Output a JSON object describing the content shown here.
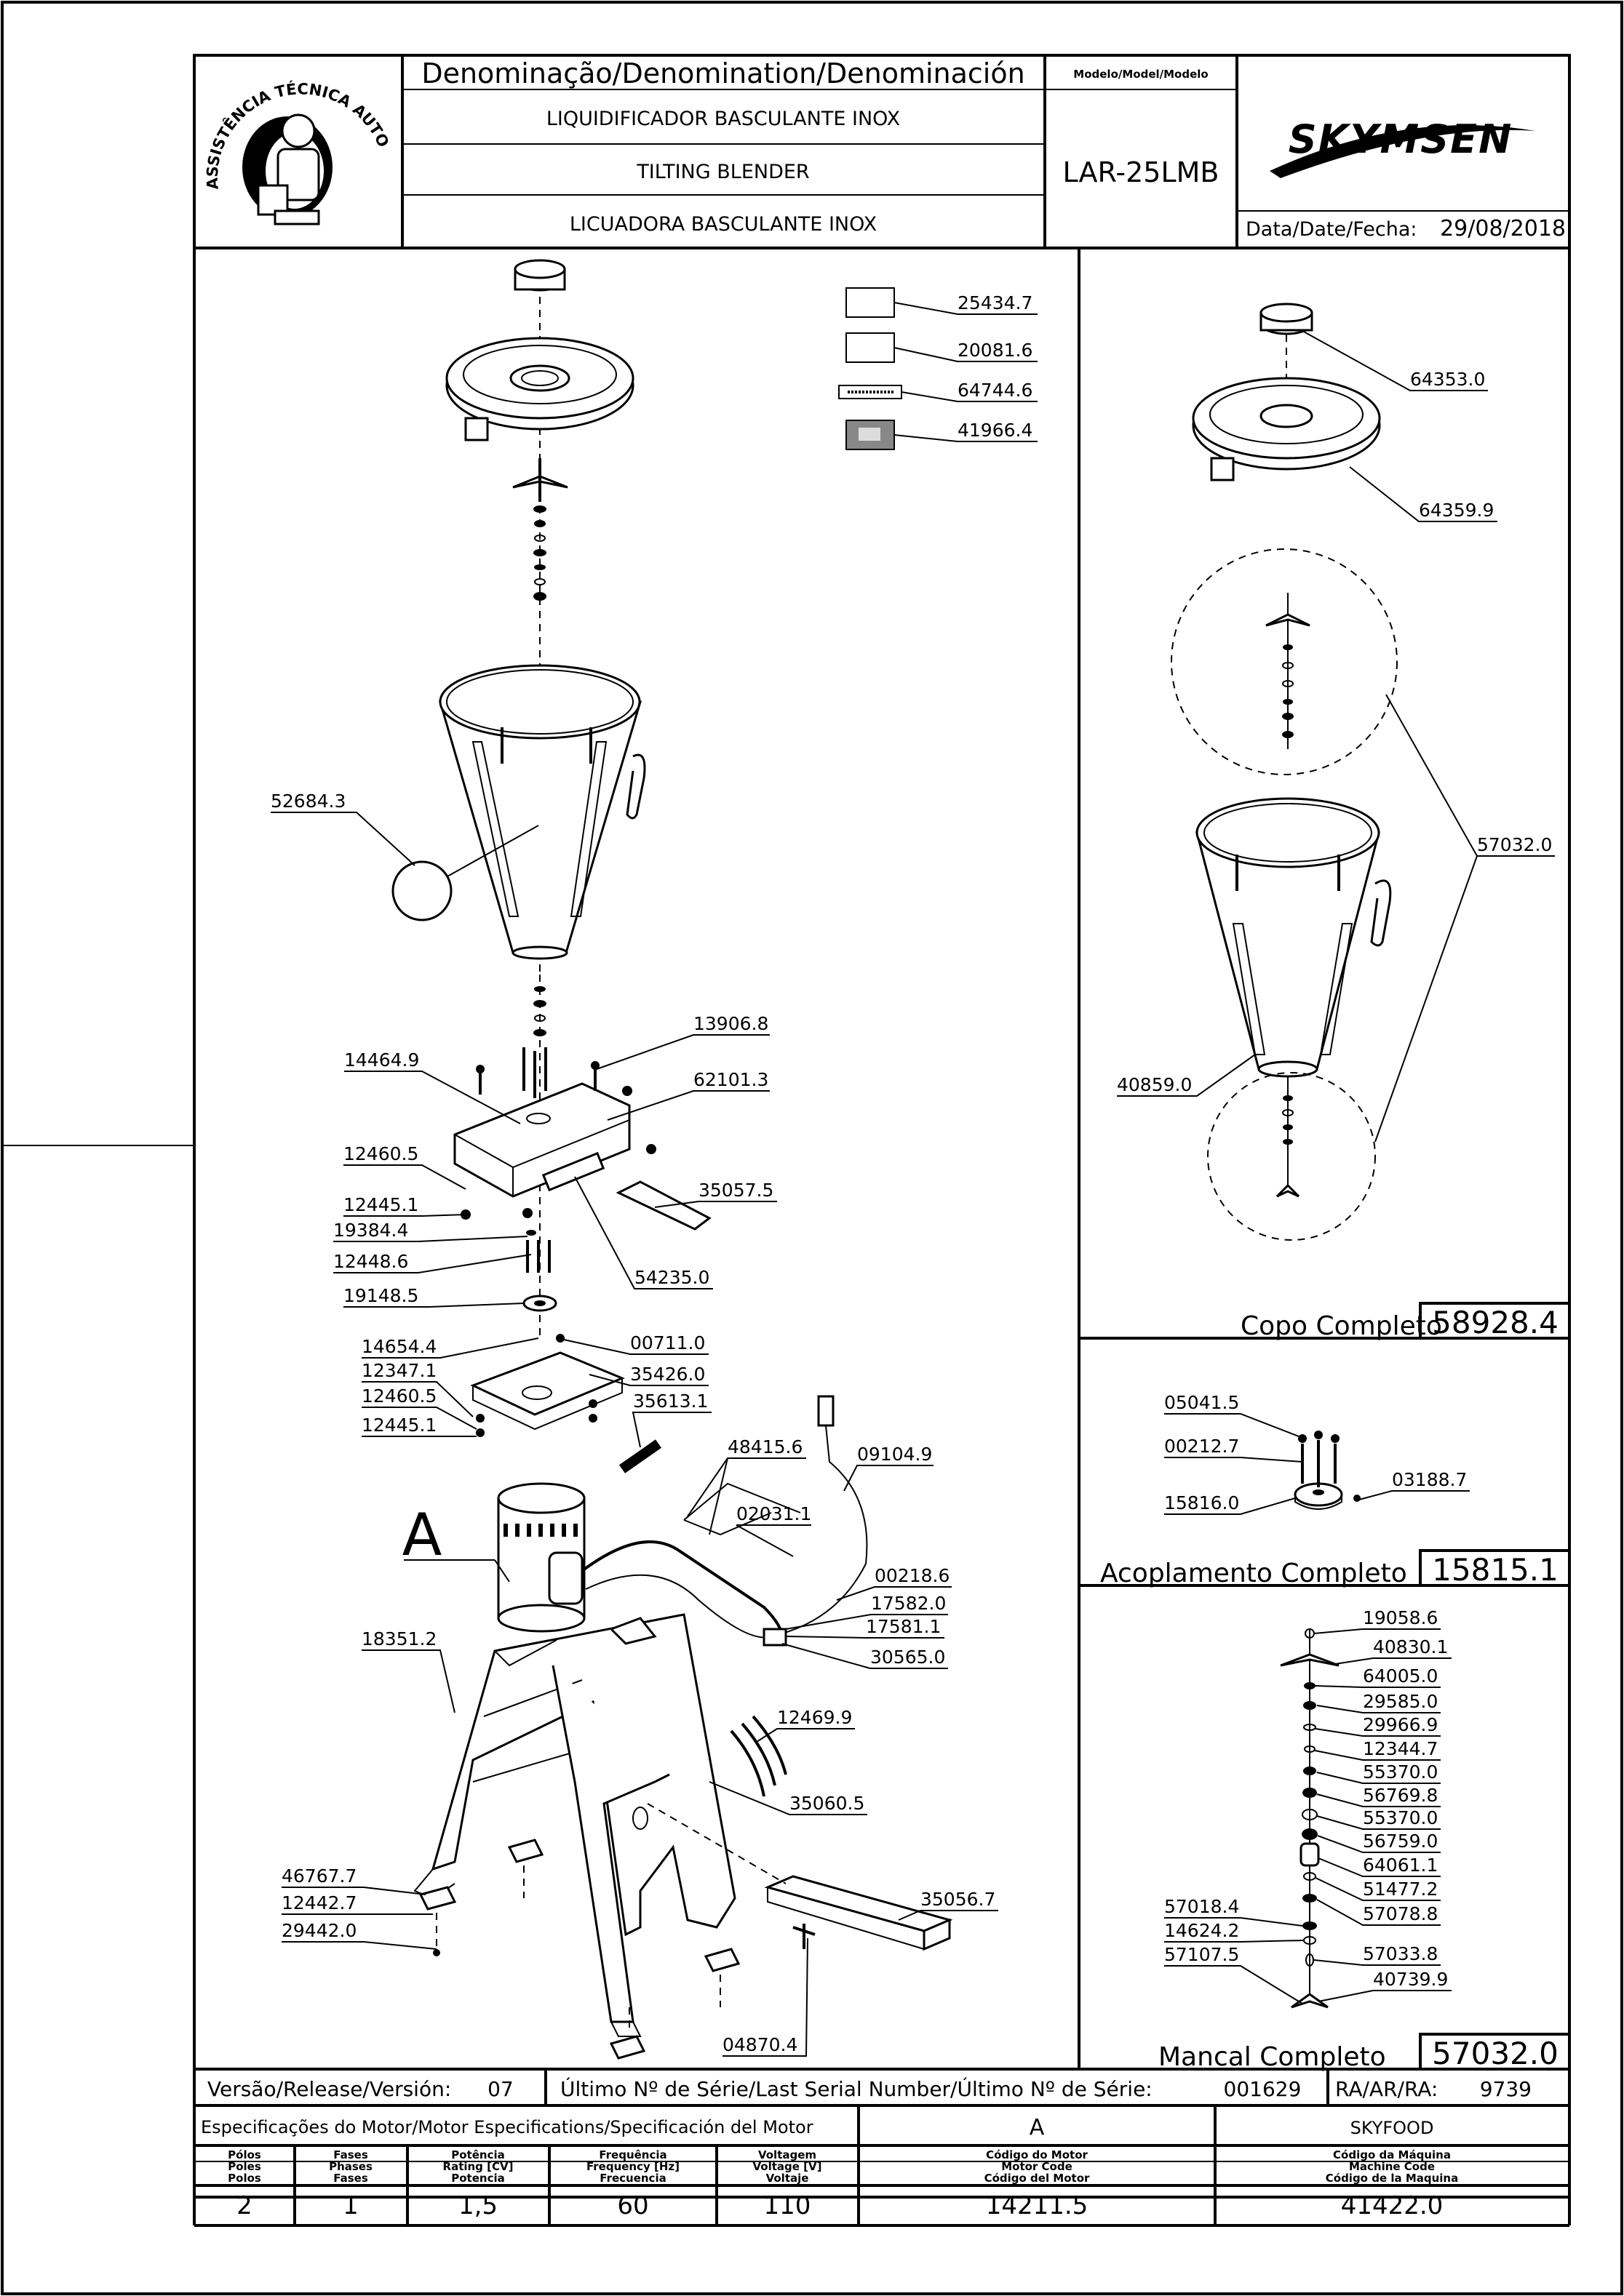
{
  "header": {
    "denomination_title": "Denominação/Denomination/Denominación",
    "model_header": "Modelo/Model/Modelo",
    "name_pt": "LIQUIDIFICADOR  BASCULANTE  INOX",
    "name_en": "TILTING  BLENDER",
    "name_es": "LICUADORA  BASCULANTE  INOX",
    "model": "LAR-25LMB",
    "brand": "SKYMSEN",
    "date_label": "Data/Date/Fecha:",
    "date": "29/08/2018",
    "seal_text": "ASSISTÊNCIA TÉCNICA AUTORIZADA"
  },
  "main_parts": [
    {
      "code": "25434.7"
    },
    {
      "code": "20081.6"
    },
    {
      "code": "64744.6"
    },
    {
      "code": "41966.4"
    },
    {
      "code": "52684.3"
    },
    {
      "code": "14464.9"
    },
    {
      "code": "13906.8"
    },
    {
      "code": "62101.3"
    },
    {
      "code": "12460.5"
    },
    {
      "code": "12445.1"
    },
    {
      "code": "19384.4"
    },
    {
      "code": "12448.6"
    },
    {
      "code": "19148.5"
    },
    {
      "code": "35057.5"
    },
    {
      "code": "54235.0"
    },
    {
      "code": "14654.4"
    },
    {
      "code": "00711.0"
    },
    {
      "code": "12347.1"
    },
    {
      "code": "35426.0"
    },
    {
      "code": "12460.5"
    },
    {
      "code": "35613.1"
    },
    {
      "code": "12445.1"
    },
    {
      "code": "48415.6"
    },
    {
      "code": "09104.9"
    },
    {
      "code": "02031.1"
    },
    {
      "code": "00218.6"
    },
    {
      "code": "17582.0"
    },
    {
      "code": "17581.1"
    },
    {
      "code": "30565.0"
    },
    {
      "code": "18351.2"
    },
    {
      "code": "12469.9"
    },
    {
      "code": "35060.5"
    },
    {
      "code": "35056.7"
    },
    {
      "code": "46767.7"
    },
    {
      "code": "12442.7"
    },
    {
      "code": "29442.0"
    },
    {
      "code": "04870.4"
    }
  ],
  "motor_letter": "A",
  "copo": {
    "parts": [
      {
        "code": "64353.0"
      },
      {
        "code": "64359.9"
      },
      {
        "code": "57032.0"
      },
      {
        "code": "40859.0"
      }
    ],
    "title": "Copo  Completo",
    "code": "58928.4"
  },
  "acoplamento": {
    "parts": [
      {
        "code": "05041.5"
      },
      {
        "code": "00212.7"
      },
      {
        "code": "03188.7"
      },
      {
        "code": "15816.0"
      }
    ],
    "title": "Acoplamento  Completo",
    "code": "15815.1"
  },
  "mancal": {
    "parts": [
      {
        "code": "19058.6"
      },
      {
        "code": "40830.1"
      },
      {
        "code": "64005.0"
      },
      {
        "code": "29585.0"
      },
      {
        "code": "29966.9"
      },
      {
        "code": "12344.7"
      },
      {
        "code": "55370.0"
      },
      {
        "code": "56769.8"
      },
      {
        "code": "55370.0"
      },
      {
        "code": "56759.0"
      },
      {
        "code": "64061.1"
      },
      {
        "code": "51477.2"
      },
      {
        "code": "57078.8"
      },
      {
        "code": "57018.4"
      },
      {
        "code": "14624.2"
      },
      {
        "code": "57033.8"
      },
      {
        "code": "57107.5"
      },
      {
        "code": "40739.9"
      }
    ],
    "title": "Mancal  Completo",
    "code": "57032.0"
  },
  "footer": {
    "version_label": "Versão/Release/Versión:",
    "version": "07",
    "serial_label": "Último  Nº  de  Série/Last  Serial  Number/Último  Nº  de  Série:",
    "serial": "001629",
    "ra_label": "RA/AR/RA:",
    "ra": "9739",
    "motor_spec_label": "Especificações do Motor/Motor Especifications/Specificación del Motor",
    "motor_col": "A",
    "machine_col": "SKYFOOD",
    "col_heads": [
      [
        "Pólos",
        "Poles",
        "Polos"
      ],
      [
        "Fases",
        "Phases",
        "Fases"
      ],
      [
        "Potência",
        "Rating [CV]",
        "Potencia"
      ],
      [
        "Frequência",
        "Frequency [Hz]",
        "Frecuencia"
      ],
      [
        "Voltagem",
        "Voltage [V]",
        "Voltaje"
      ],
      [
        "Código do Motor",
        "Motor Code",
        "Código del Motor"
      ],
      [
        "Código da Máquina",
        "Machine Code",
        "Código de la Maquina"
      ]
    ],
    "values": [
      "2",
      "1",
      "1,5",
      "60",
      "110",
      "14211.5",
      "41422.0"
    ]
  }
}
